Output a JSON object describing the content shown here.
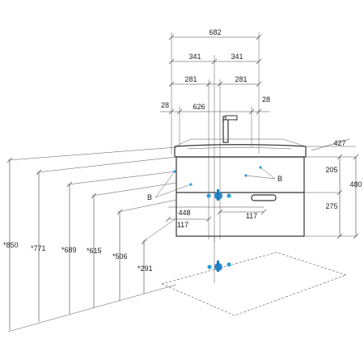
{
  "top_dimensions": {
    "overall_width": "682",
    "half_left": "341",
    "half_right": "341",
    "inner_left": "281",
    "inner_right": "281",
    "inset_left": "28",
    "inset_right": "28",
    "basin": "626"
  },
  "right_dimensions": {
    "depth": "427",
    "upper": "205",
    "lower": "275",
    "height": "480"
  },
  "left_dimensions": {
    "h850": "*850",
    "h771": "*771",
    "h689": "*689",
    "h615": "*615",
    "h506": "*506",
    "h291": "*291"
  },
  "inner_dimensions": {
    "side_left": "117",
    "center": "448",
    "side_right": "117"
  },
  "callouts": {
    "left_b": "B",
    "right_b": "B"
  },
  "colors": {
    "marker_blue": "#2a9fd8",
    "line": "#444444"
  }
}
